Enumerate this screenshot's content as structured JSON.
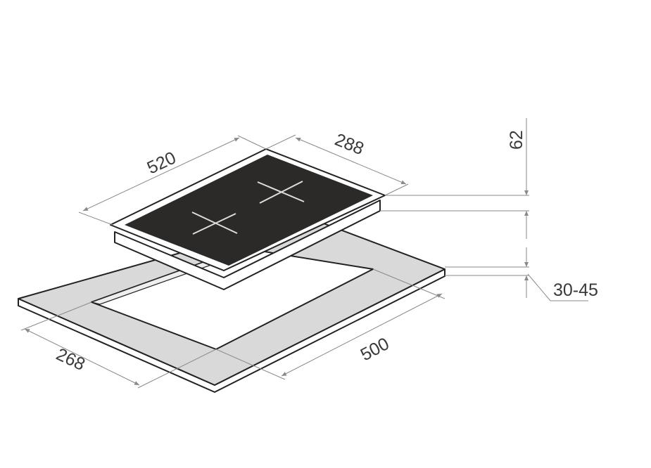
{
  "diagram": {
    "title": "Hob installation dimensions",
    "dimensions": {
      "hob_length": "520",
      "hob_width": "288",
      "hob_height": "62",
      "countertop_thickness": "30-45",
      "cutout_length": "500",
      "cutout_width": "268"
    },
    "colors": {
      "glass": "#2b2a28",
      "countertop": "#d9d9d9",
      "dimension_line": "#8a8a8a"
    }
  }
}
